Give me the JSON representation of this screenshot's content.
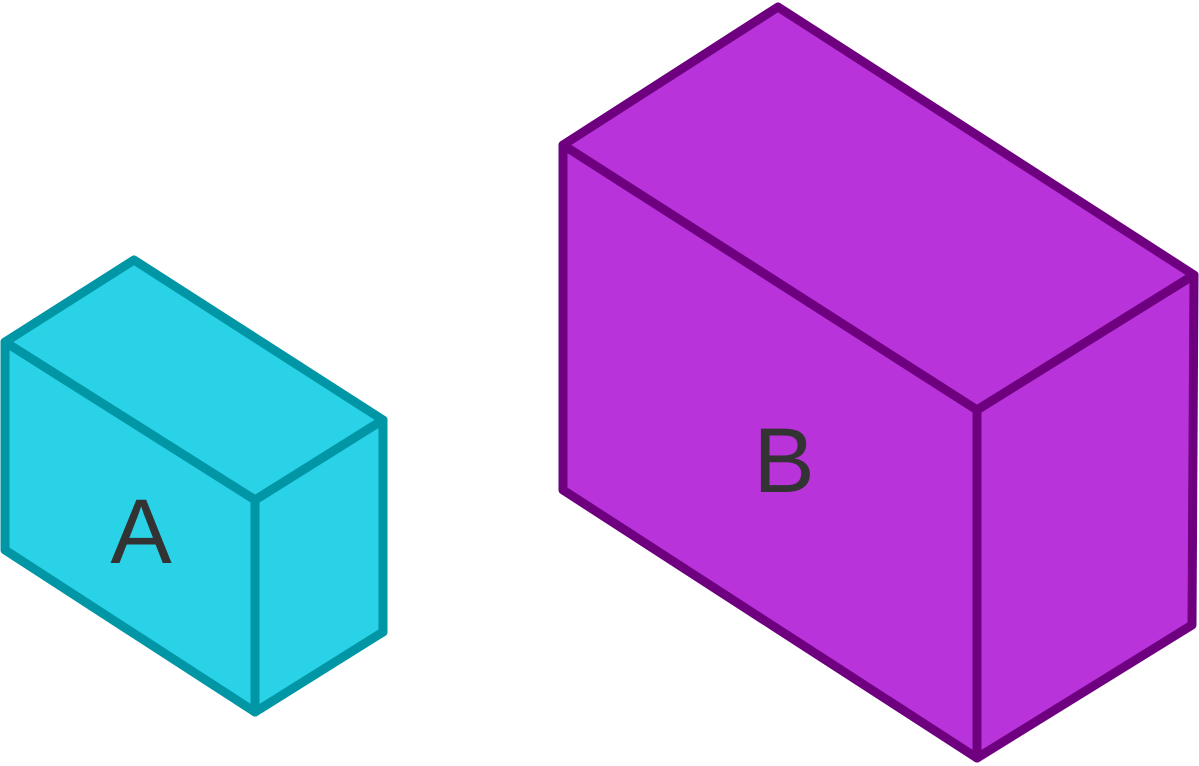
{
  "boxes": [
    {
      "id": "a",
      "label": "A",
      "fill_color": "#29D2E6",
      "stroke_color": "#0096A5"
    },
    {
      "id": "b",
      "label": "B",
      "fill_color": "#B833D9",
      "stroke_color": "#6E0080"
    }
  ]
}
